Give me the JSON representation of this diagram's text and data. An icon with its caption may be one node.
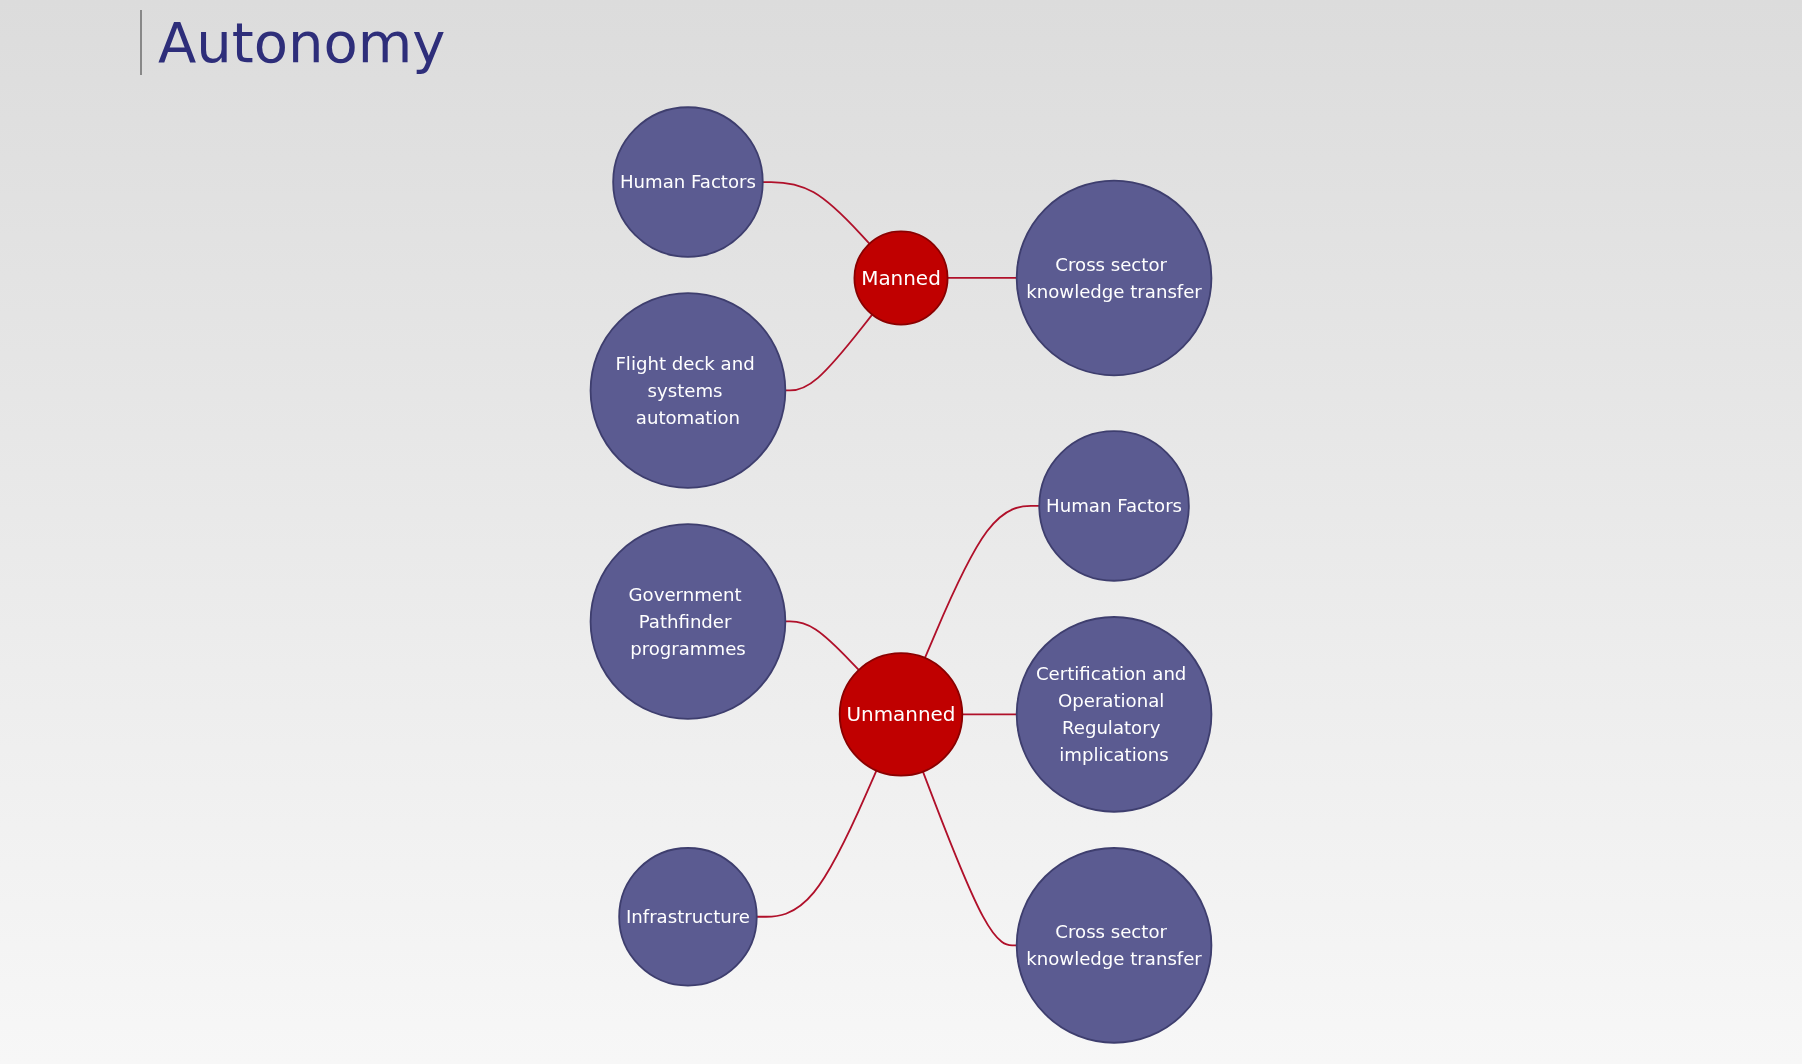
{
  "diagram": {
    "title": "Autonomy",
    "nodes": [
      {
        "text": [
          "Manned"
        ]
      },
      {
        "text": [
          "Human Factors"
        ]
      },
      {
        "text": [
          "Flight deck and systems automation"
        ]
      },
      {
        "text": [
          "Cross sector knowledge transfer"
        ]
      },
      {
        "text": [
          "Unmanned"
        ]
      },
      {
        "text": [
          "Government Pathfinder programmes"
        ]
      },
      {
        "text": [
          "Infrastructure"
        ]
      },
      {
        "text": [
          "Human Factors"
        ]
      },
      {
        "text": [
          "Certification and Operational Regulatory implications"
        ]
      },
      {
        "text": [
          "Cross sector knowledge transfer"
        ]
      }
    ],
    "edges": [
      {
        "from": 1,
        "to": 0,
        "arrow": "none"
      },
      {
        "from": 2,
        "to": 0,
        "arrow": "none"
      },
      {
        "from": 0,
        "to": 3,
        "arrow": "none"
      },
      {
        "from": 5,
        "to": 4,
        "arrow": "none"
      },
      {
        "from": 6,
        "to": 4,
        "arrow": "none"
      },
      {
        "from": 4,
        "to": 7,
        "arrow": "none"
      },
      {
        "from": 4,
        "to": 8,
        "arrow": "none"
      },
      {
        "from": 4,
        "to": 9,
        "arrow": "none"
      }
    ]
  }
}
